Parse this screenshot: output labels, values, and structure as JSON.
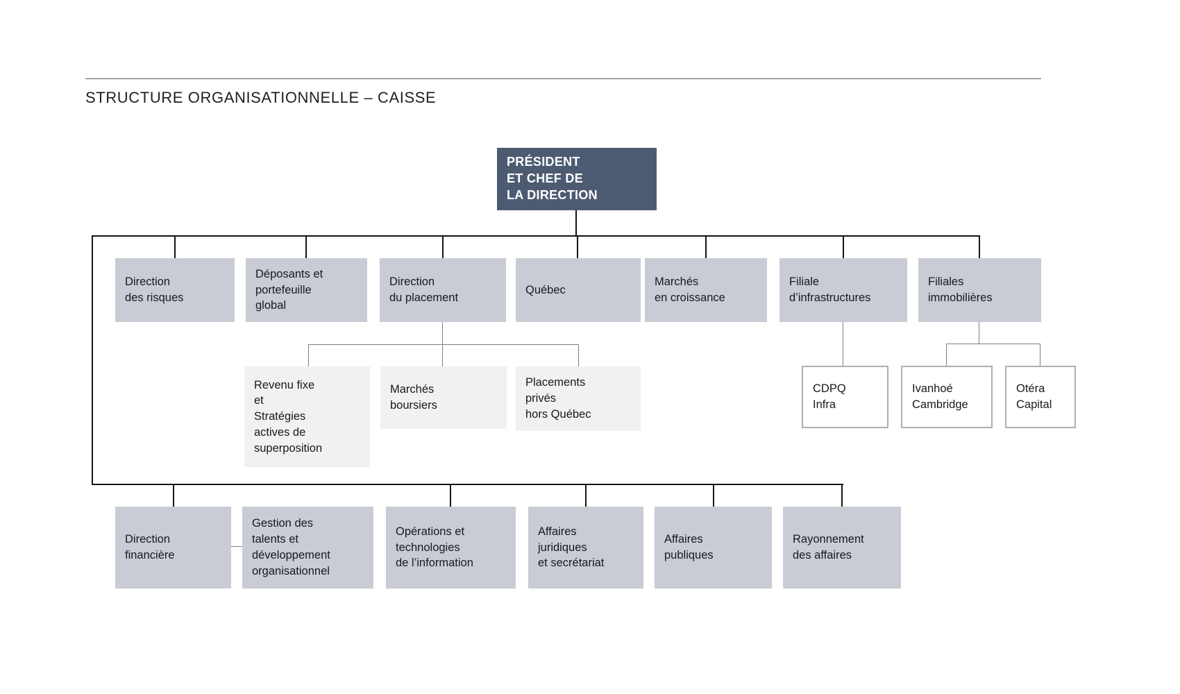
{
  "title": "STRUCTURE ORGANISATIONNELLE – CAISSE",
  "colors": {
    "president_box": "#4d5b72",
    "level1_box": "#c9ccd4",
    "sub_box": "#f1f1f2",
    "subsidiary_box_border": "#aaaeb6",
    "connector_main": "#141414",
    "connector_thin": "#7e7e7e",
    "title_text": "#1f1f1f",
    "box_text": "#17191e",
    "president_text": "#ffffff"
  },
  "nodes": {
    "president": {
      "label": "PRÉSIDENT\nET CHEF DE\nLA DIRECTION"
    },
    "risques": {
      "label": "Direction\ndes risques"
    },
    "deposants": {
      "label": "Déposants et\nportefeuille\nglobal"
    },
    "placement": {
      "label": "Direction\ndu placement"
    },
    "quebec": {
      "label": "Québec"
    },
    "marches_croissance": {
      "label": "Marchés\nen croissance"
    },
    "filiale_infra": {
      "label": "Filiale\nd’infrastructures"
    },
    "filiales_immo": {
      "label": "Filiales\nimmobilières"
    },
    "revenu_fixe": {
      "label": "Revenu fixe\net\nStratégies\nactives de\nsuperposition"
    },
    "marches_boursiers": {
      "label": "Marchés\nboursiers"
    },
    "placements_prives": {
      "label": "Placements\nprivés\nhors Québec"
    },
    "cdpq_infra": {
      "label": "CDPQ\nInfra"
    },
    "ivanhoe": {
      "label": "Ivanhoé\nCambridge"
    },
    "otera": {
      "label": "Otéra\nCapital"
    },
    "finance": {
      "label": "Direction\nfinancière"
    },
    "talents": {
      "label": "Gestion des\ntalents et\ndéveloppement\norganisationnel"
    },
    "operations": {
      "label": "Opérations et\ntechnologies\nde l’information"
    },
    "juridiques": {
      "label": "Affaires\njuridiques\net secrétariat"
    },
    "publiques": {
      "label": "Affaires\npubliques"
    },
    "rayonnement": {
      "label": "Rayonnement\ndes affaires"
    }
  },
  "structure": {
    "root": "president",
    "level1": [
      "risques",
      "deposants",
      "placement",
      "quebec",
      "marches_croissance",
      "filiale_infra",
      "filiales_immo"
    ],
    "under_placement": [
      "revenu_fixe",
      "marches_boursiers",
      "placements_prives"
    ],
    "under_filiale_infra": [
      "cdpq_infra"
    ],
    "under_filiales_immo": [
      "ivanhoe",
      "otera"
    ],
    "level2": [
      "finance",
      "talents",
      "operations",
      "juridiques",
      "publiques",
      "rayonnement"
    ]
  }
}
